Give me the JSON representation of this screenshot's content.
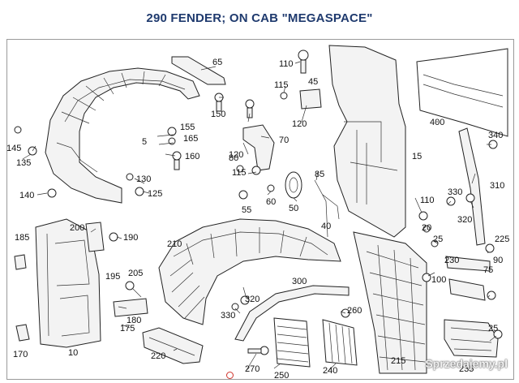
{
  "title": "290 FENDER; ON CAB \"MEGASPACE\"",
  "callouts": {
    "c5": "5",
    "c10": "10",
    "c15": "15",
    "c20": "20",
    "c25a": "25",
    "c25b": "25",
    "c50": "50",
    "c55": "55",
    "c60": "60",
    "c65": "65",
    "c70": "70",
    "c75": "75",
    "c80": "80",
    "c85": "85",
    "c90": "90",
    "c100": "100",
    "c110a": "110",
    "c110b": "110",
    "c115a": "115",
    "c115b": "115",
    "c120a": "120",
    "c120b": "120",
    "c125": "125",
    "c130": "130",
    "c135": "135",
    "c140": "140",
    "c145": "145",
    "c150": "150",
    "c155": "155",
    "c160": "160",
    "c165": "165",
    "c170": "170",
    "c175": "175",
    "c180": "180",
    "c185": "185",
    "c190": "190",
    "c195": "195",
    "c200": "200",
    "c205": "205",
    "c210": "210",
    "c215": "215",
    "c220": "220",
    "c225": "225",
    "c230": "230",
    "c235": "235",
    "c240": "240",
    "c250": "250",
    "c260": "260",
    "c270": "270",
    "c300": "300",
    "c310": "310",
    "c320a": "320",
    "c320b": "320",
    "c330a": "330",
    "c330b": "330",
    "c340": "340",
    "c400": "400",
    "c45": "45",
    "c40": "40"
  },
  "watermark": "Sprzedajemy.pl",
  "colors": {
    "title": "#1f3a6e",
    "marker": "#d0342c",
    "line": "#222222"
  }
}
